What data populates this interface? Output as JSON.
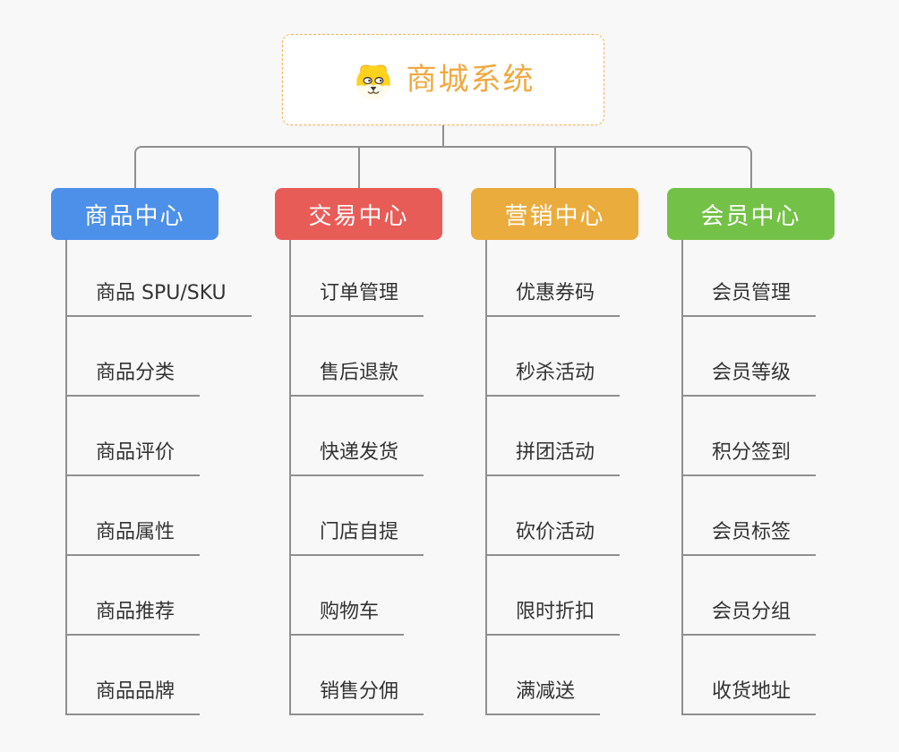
{
  "root": {
    "title": "商城系统",
    "icon": "dog-face-icon"
  },
  "branches": [
    {
      "label": "商品中心",
      "color": "#4c90ea",
      "items": [
        "商品 SPU/SKU",
        "商品分类",
        "商品评价",
        "商品属性",
        "商品推荐",
        "商品品牌"
      ]
    },
    {
      "label": "交易中心",
      "color": "#e85c58",
      "items": [
        "订单管理",
        "售后退款",
        "快递发货",
        "门店自提",
        "购物车",
        "销售分佣"
      ]
    },
    {
      "label": "营销中心",
      "color": "#ebac3e",
      "items": [
        "优惠券码",
        "秒杀活动",
        "拼团活动",
        "砍价活动",
        "限时折扣",
        "满减送"
      ]
    },
    {
      "label": "会员中心",
      "color": "#74c148",
      "items": [
        "会员管理",
        "会员等级",
        "积分签到",
        "会员标签",
        "会员分组",
        "收货地址"
      ]
    }
  ],
  "colors": {
    "background": "#f8f8f8",
    "line": "#8f8f8f",
    "root_accent": "#efa940",
    "root_border": "#f2b45c",
    "leaf_text": "#333333"
  }
}
